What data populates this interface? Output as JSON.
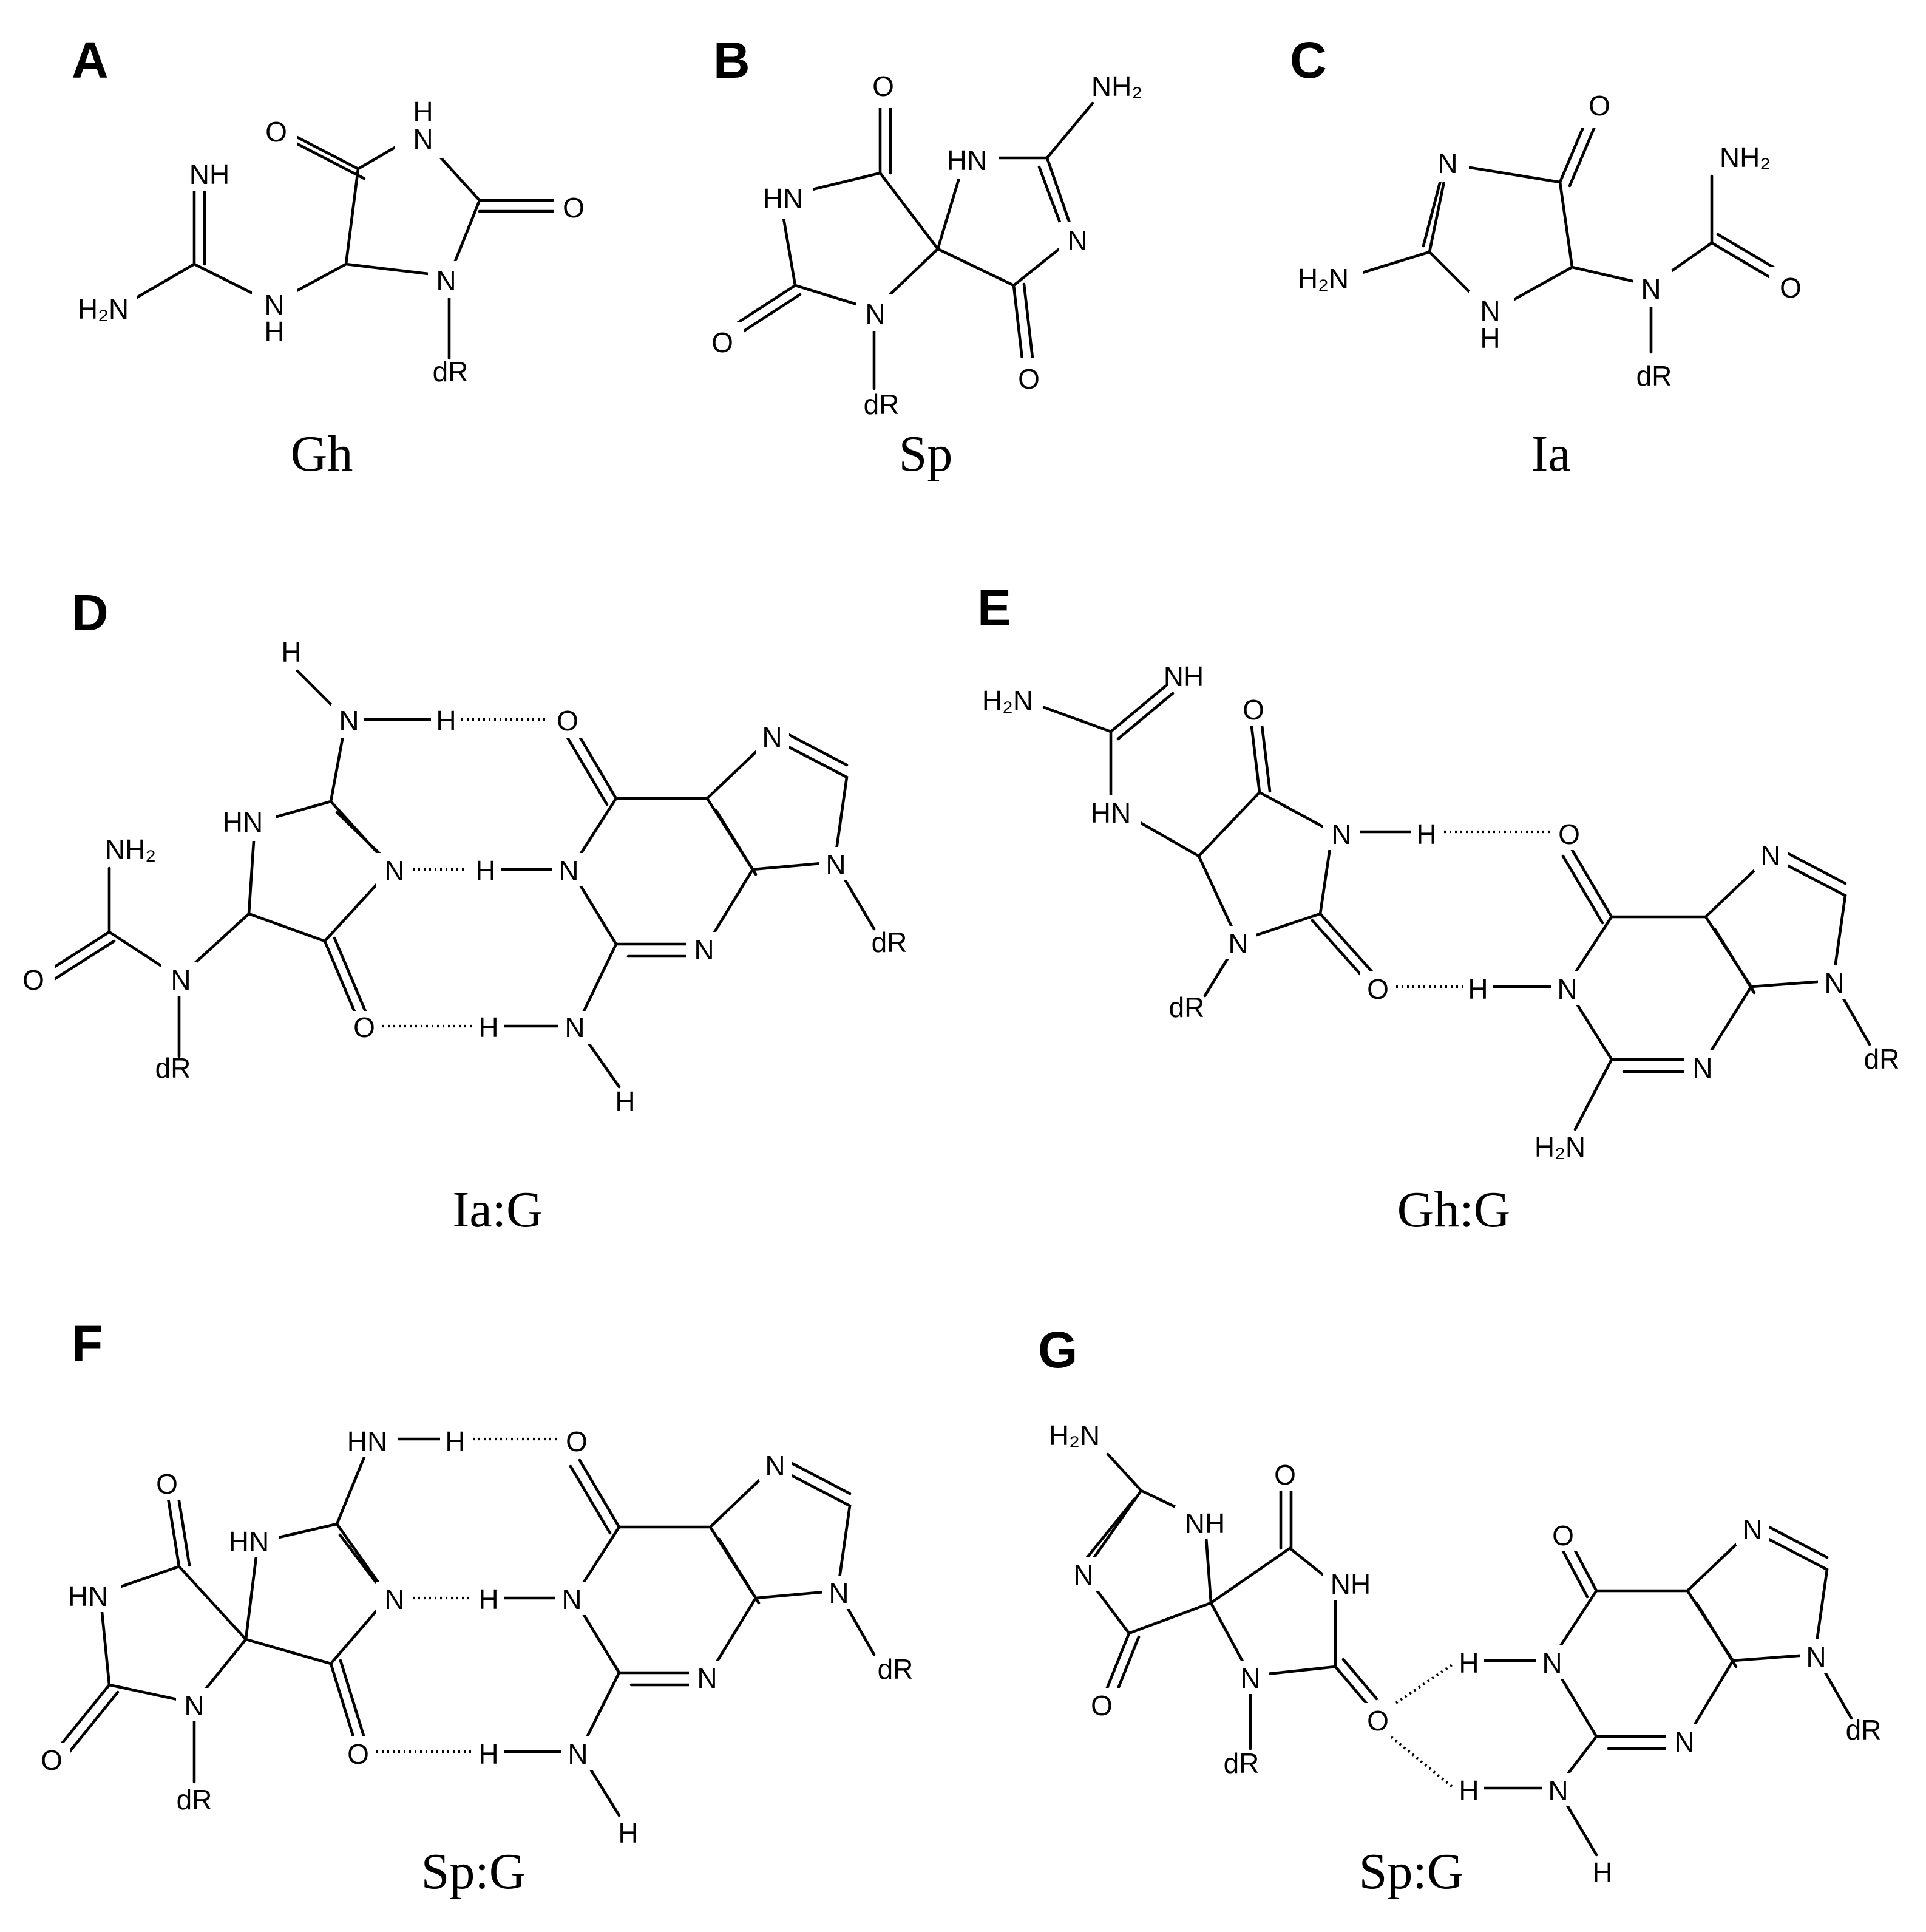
{
  "panels": [
    {
      "letter": "A",
      "caption": "Gh"
    },
    {
      "letter": "B",
      "caption": "Sp"
    },
    {
      "letter": "C",
      "caption": "Ia"
    },
    {
      "letter": "D",
      "caption": "Ia:G"
    },
    {
      "letter": "E",
      "caption": "Gh:G"
    },
    {
      "letter": "F",
      "caption": "Sp:G"
    },
    {
      "letter": "G",
      "caption": "Sp:G"
    }
  ],
  "atoms": {
    "O": "O",
    "N": "N",
    "H": "H",
    "NH": "NH",
    "HN": "HN",
    "NH2": "NH₂",
    "H2N": "H₂N",
    "dR": "dR"
  }
}
